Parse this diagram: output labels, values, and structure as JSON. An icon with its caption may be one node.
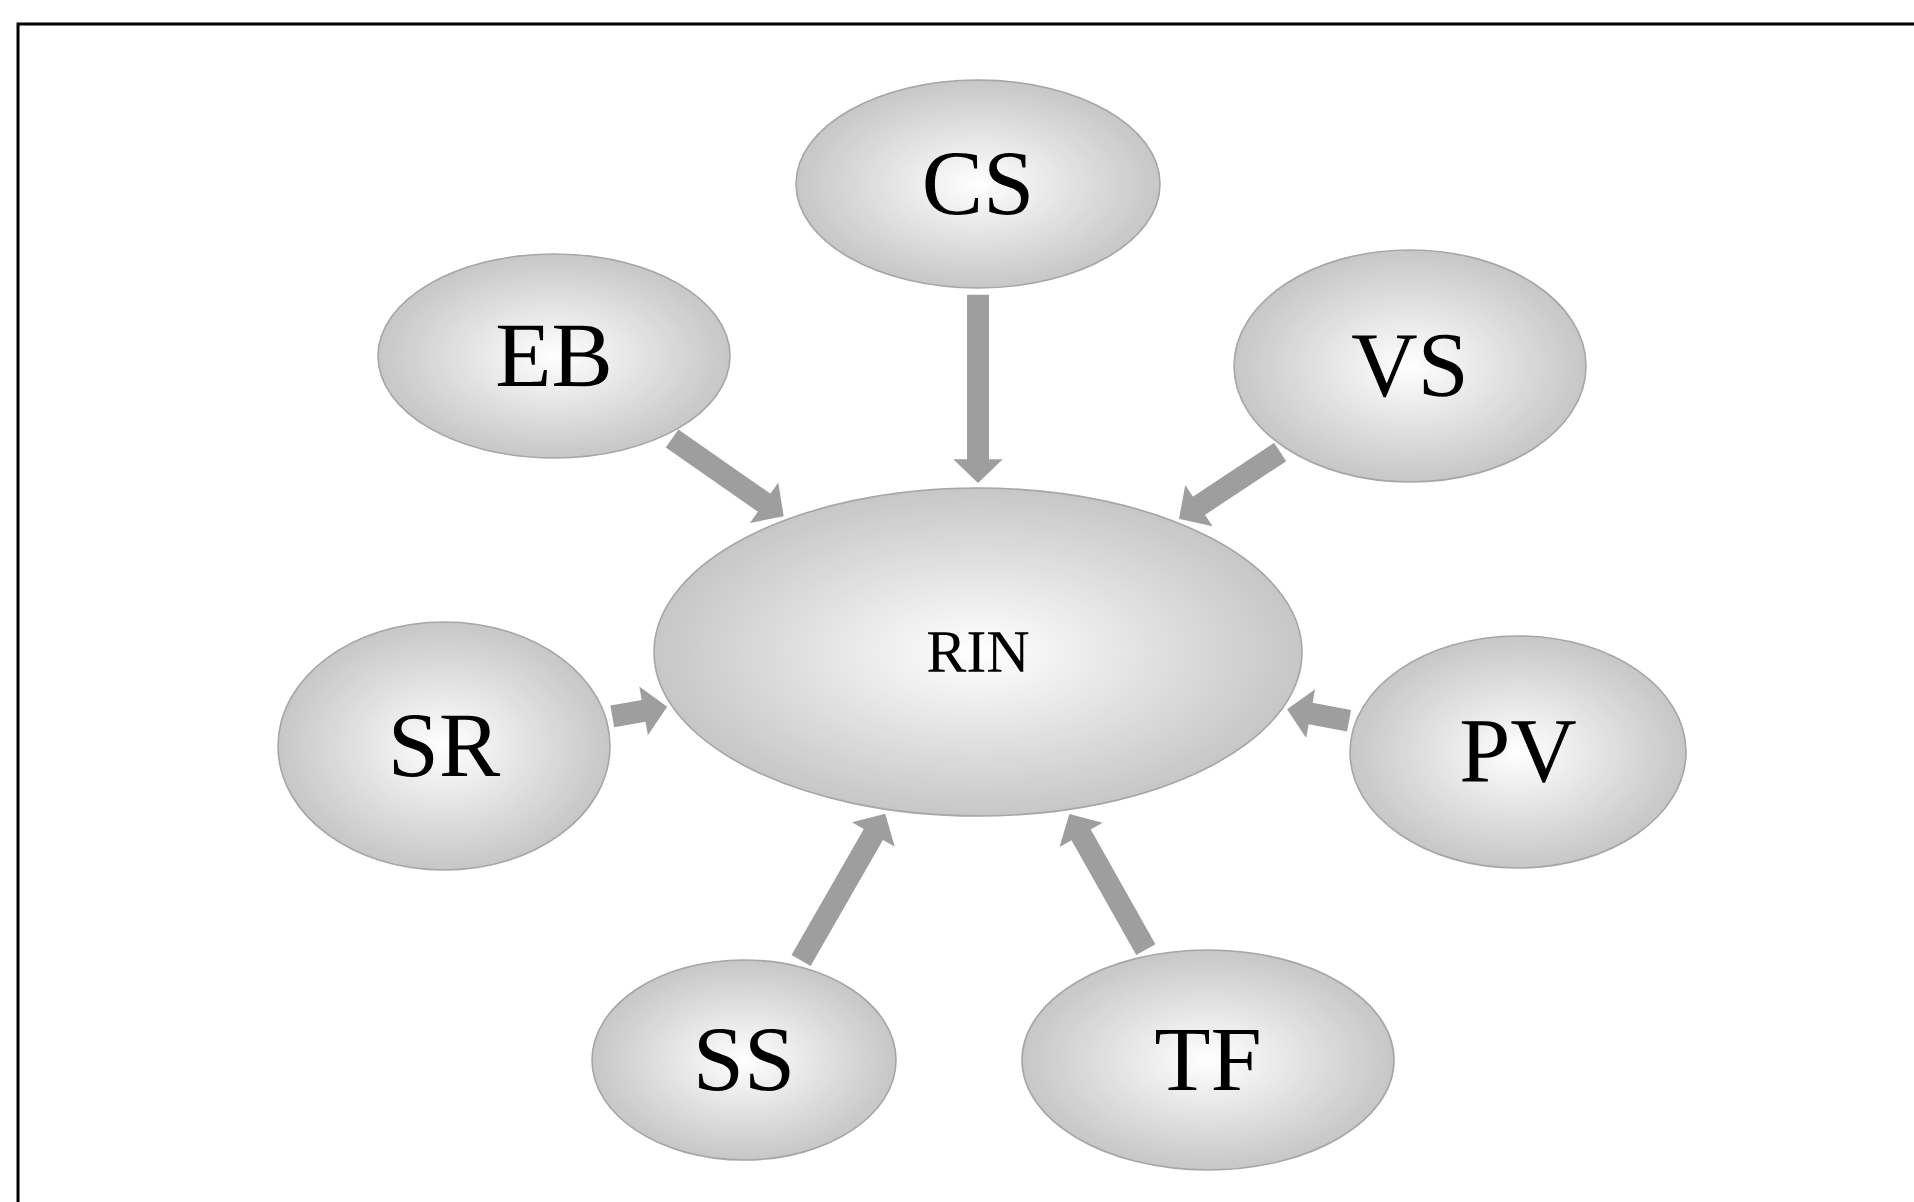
{
  "diagram": {
    "nodes": [
      {
        "text": [
          "RIN"
        ]
      },
      {
        "text": [
          "CS"
        ]
      },
      {
        "text": [
          "EB"
        ]
      },
      {
        "text": [
          "VS"
        ]
      },
      {
        "text": [
          "SR"
        ]
      },
      {
        "text": [
          "PV"
        ]
      },
      {
        "text": [
          "SS"
        ]
      },
      {
        "text": [
          "TF"
        ]
      }
    ],
    "edges": [
      {
        "from": 1,
        "to": 0,
        "arrow": "to"
      },
      {
        "from": 2,
        "to": 0,
        "arrow": "to"
      },
      {
        "from": 3,
        "to": 0,
        "arrow": "to"
      },
      {
        "from": 4,
        "to": 0,
        "arrow": "to"
      },
      {
        "from": 5,
        "to": 0,
        "arrow": "to"
      },
      {
        "from": 6,
        "to": 0,
        "arrow": "to"
      },
      {
        "from": 7,
        "to": 0,
        "arrow": "to"
      }
    ]
  }
}
